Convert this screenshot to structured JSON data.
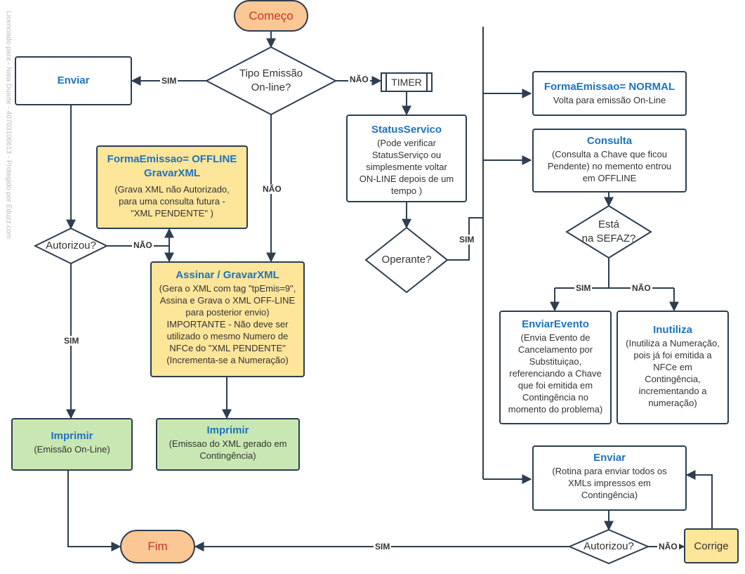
{
  "watermark": "Licenciado para - Nata Duarte - 40703106613 - Protegido por Eduzz.com",
  "nodes": {
    "comeco": "Começo",
    "tipo_emissao": "Tipo Emissão\nOn-line?",
    "enviar_left": "Enviar",
    "timer": "TIMER",
    "status_servico": {
      "title": "StatusServico",
      "text": "(Pode verificar\nStatusServiço ou\nsimplesmente voltar\nON-LINE depois de um\ntempo )"
    },
    "forma_offline": {
      "title": "FormaEmissao= OFFLINE\nGravarXML",
      "text": "(Grava XML não Autorizado,\npara uma consulta futura -\n\"XML PENDENTE\" )"
    },
    "autorizou_left": "Autorizou?",
    "assinar": {
      "title": "Assinar / GravarXML",
      "text": "(Gera o XML com tag \"tpEmis=9\",\nAssina e Grava o XML OFF-LINE\npara posterior envio)\nIMPORTANTE - Não deve ser\nutilizado o mesmo Numero de\nNFCe do \"XML PENDENTE\"\n(Incrementa-se a Numeração)"
    },
    "operante": "Operante?",
    "imprimir_left": {
      "title": "Imprimir",
      "text": "(Emissão On-Line)"
    },
    "imprimir_mid": {
      "title": "Imprimir",
      "text": "(Emissao do XML gerado em\nContingência)"
    },
    "fim": "Fim",
    "forma_normal": {
      "title": "FormaEmissao= NORMAL",
      "text": "Volta para emissão On-Line"
    },
    "consulta": {
      "title": "Consulta",
      "text": "(Consulta a Chave que ficou\nPendente) no memento entrou\nem OFFLINE"
    },
    "esta_sefaz": "Está\nna SEFAZ?",
    "enviar_evento": {
      "title": "EnviarEvento",
      "text": "(Envia Evento de\nCancelamento por\nSubstituiçao,\nreferenciando a Chave\nque foi emitida em\nContingência no\nmomento do problema)"
    },
    "inutiliza": {
      "title": "Inutiliza",
      "text": "(Inutiliza a Numeração,\npois já foi emitida a\nNFCe em\nContingência,\nincrementando a\nnumeração)"
    },
    "enviar_right": {
      "title": "Enviar",
      "text": "(Rotina para enviar todos os\nXMLs impressos em\nContingência)"
    },
    "autorizou_right": "Autorizou?",
    "corrige": "Corrige"
  },
  "edge_labels": {
    "sim_tipo": "SIM",
    "nao_tipo_right": "NÃO",
    "nao_tipo_down": "NÃO",
    "nao_autorizou_left": "NÃO",
    "sim_autorizou_left": "SIM",
    "sim_operante": "SIM",
    "sim_sefaz": "SIM",
    "nao_sefaz": "NÃO",
    "sim_autorizou_right": "SIM",
    "nao_autorizou_right": "NÃO"
  },
  "colors": {
    "line": "#2d3e50",
    "title": "#1e73be",
    "start_fill": "#fbc794",
    "yellow": "#fde59a",
    "green": "#c9e7b2"
  }
}
